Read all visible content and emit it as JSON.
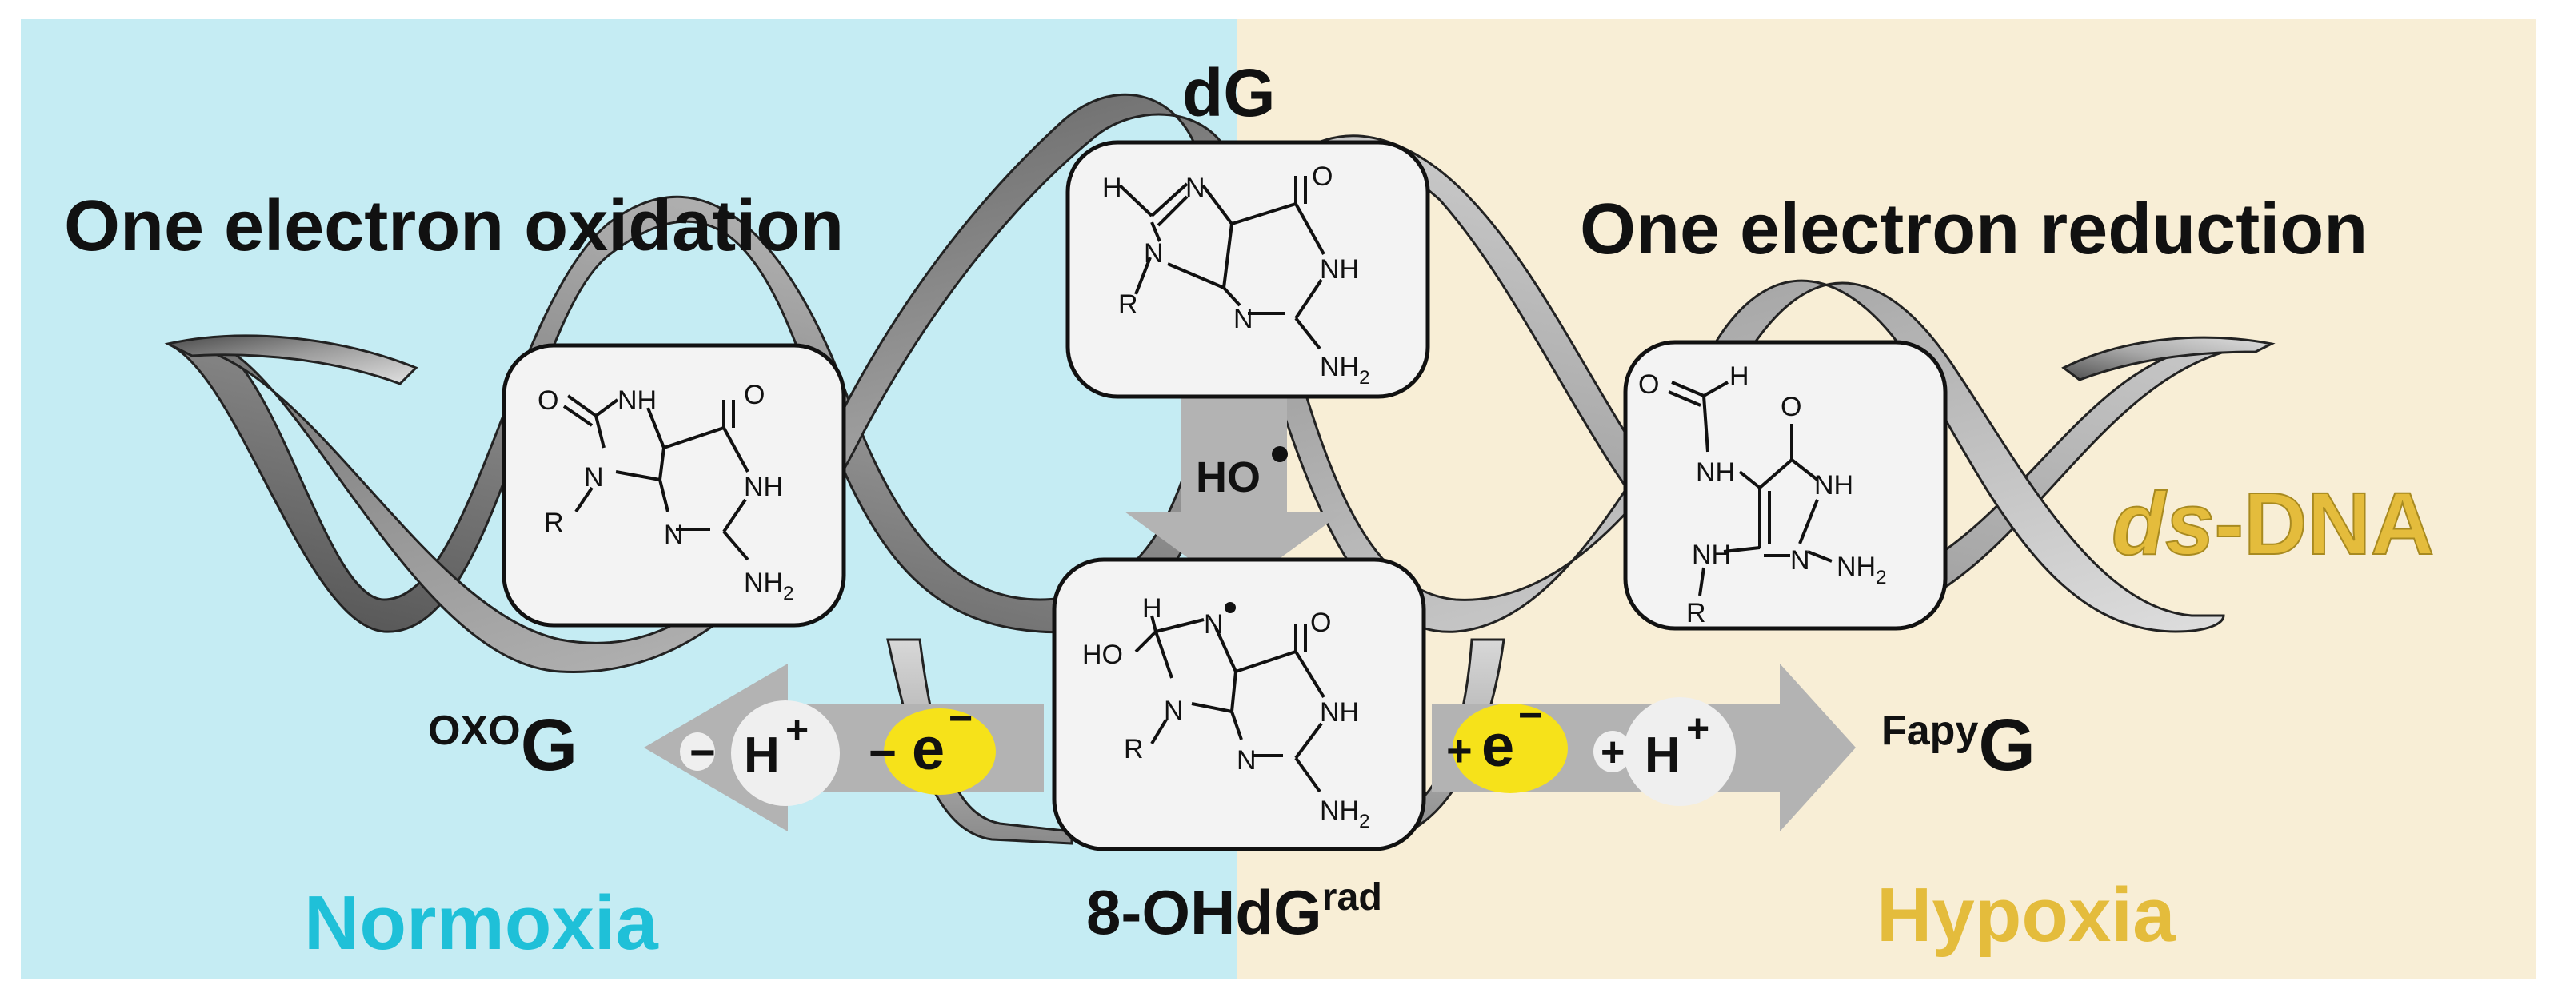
{
  "labels": {
    "top_molecule": "dG",
    "oxidation_heading": "One electron oxidation",
    "reduction_heading": "One electron reduction",
    "radical_center_base": "8-OHdG",
    "radical_center_sup": "rad",
    "oxo_prefix": "OXO",
    "oxo_main": "G",
    "fapy_prefix": "Fapy",
    "fapy_main": "G",
    "hydroxyl_radical": "HO",
    "ds_italic": "ds",
    "ds_rest": "-DNA",
    "normoxia": "Normoxia",
    "hypoxia": "Hypoxia"
  },
  "arrows": {
    "left_minus_proton": "- H",
    "left_minus_electron": "- e",
    "right_plus_electron": "+ e",
    "right_plus_proton": "+ H",
    "plus_sign": "+",
    "minus_sign": "−"
  },
  "atoms": {
    "H": "H",
    "N": "N",
    "O": "O",
    "R": "R",
    "NH": "NH",
    "NH2": "NH",
    "sub2": "2",
    "HO": "HO"
  },
  "colors": {
    "left_panel": "#c5ecf3",
    "right_panel": "#f8eed6",
    "normoxia_text": "#1fc0d8",
    "hypoxia_text": "#e4bc3c",
    "electron_yellow": "#f6e21a",
    "arrow_gray": "#b3b3b3",
    "box_fill": "#f3f3f3"
  }
}
